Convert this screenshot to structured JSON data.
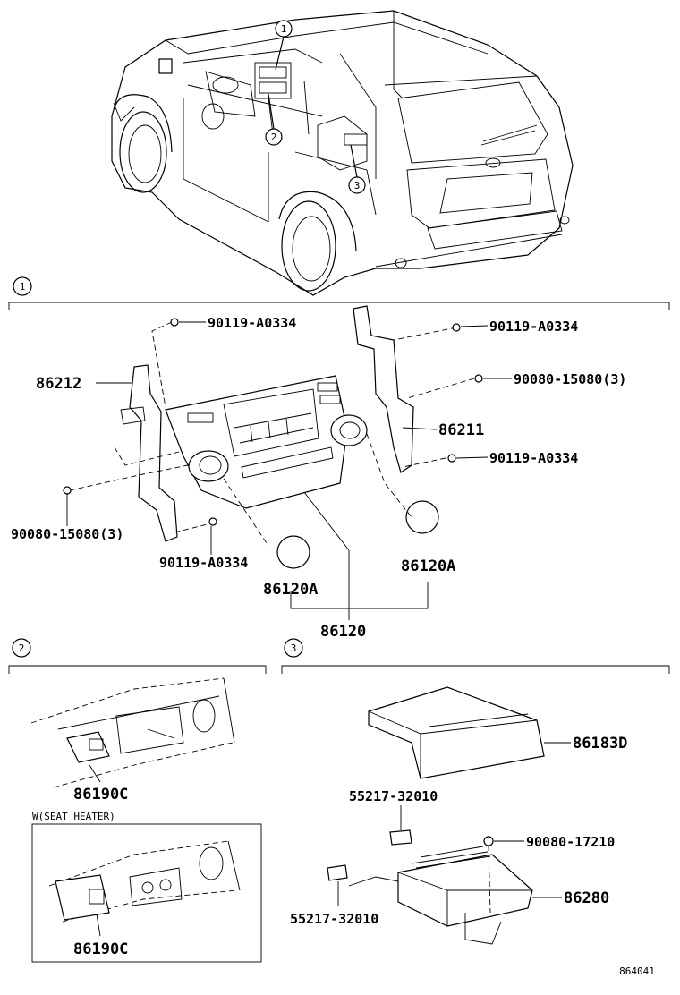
{
  "callouts": {
    "c1": "1",
    "c2": "2",
    "c3": "3"
  },
  "section1": {
    "marker": "1",
    "labels": {
      "p_90119_a": "90119-A0334",
      "p_90119_b": "90119-A0334",
      "p_90080_a": "90080-15080(3)",
      "p_86212": "86212",
      "p_86211": "86211",
      "p_90119_c": "90119-A0334",
      "p_90080_b": "90080-15080(3)",
      "p_90119_d": "90119-A0334",
      "p_86120a_left": "86120A",
      "p_86120a_right": "86120A",
      "p_86120": "86120"
    }
  },
  "section2": {
    "marker": "2",
    "labels": {
      "p_86190c_a": "86190C",
      "seat_heater": "W(SEAT HEATER)",
      "p_86190c_b": "86190C"
    }
  },
  "section3": {
    "marker": "3",
    "labels": {
      "p_86183d": "86183D",
      "p_55217_a": "55217-32010",
      "p_90080_c": "90080-17210",
      "p_86280": "86280",
      "p_55217_b": "55217-32010"
    }
  },
  "figure_id": "864041"
}
